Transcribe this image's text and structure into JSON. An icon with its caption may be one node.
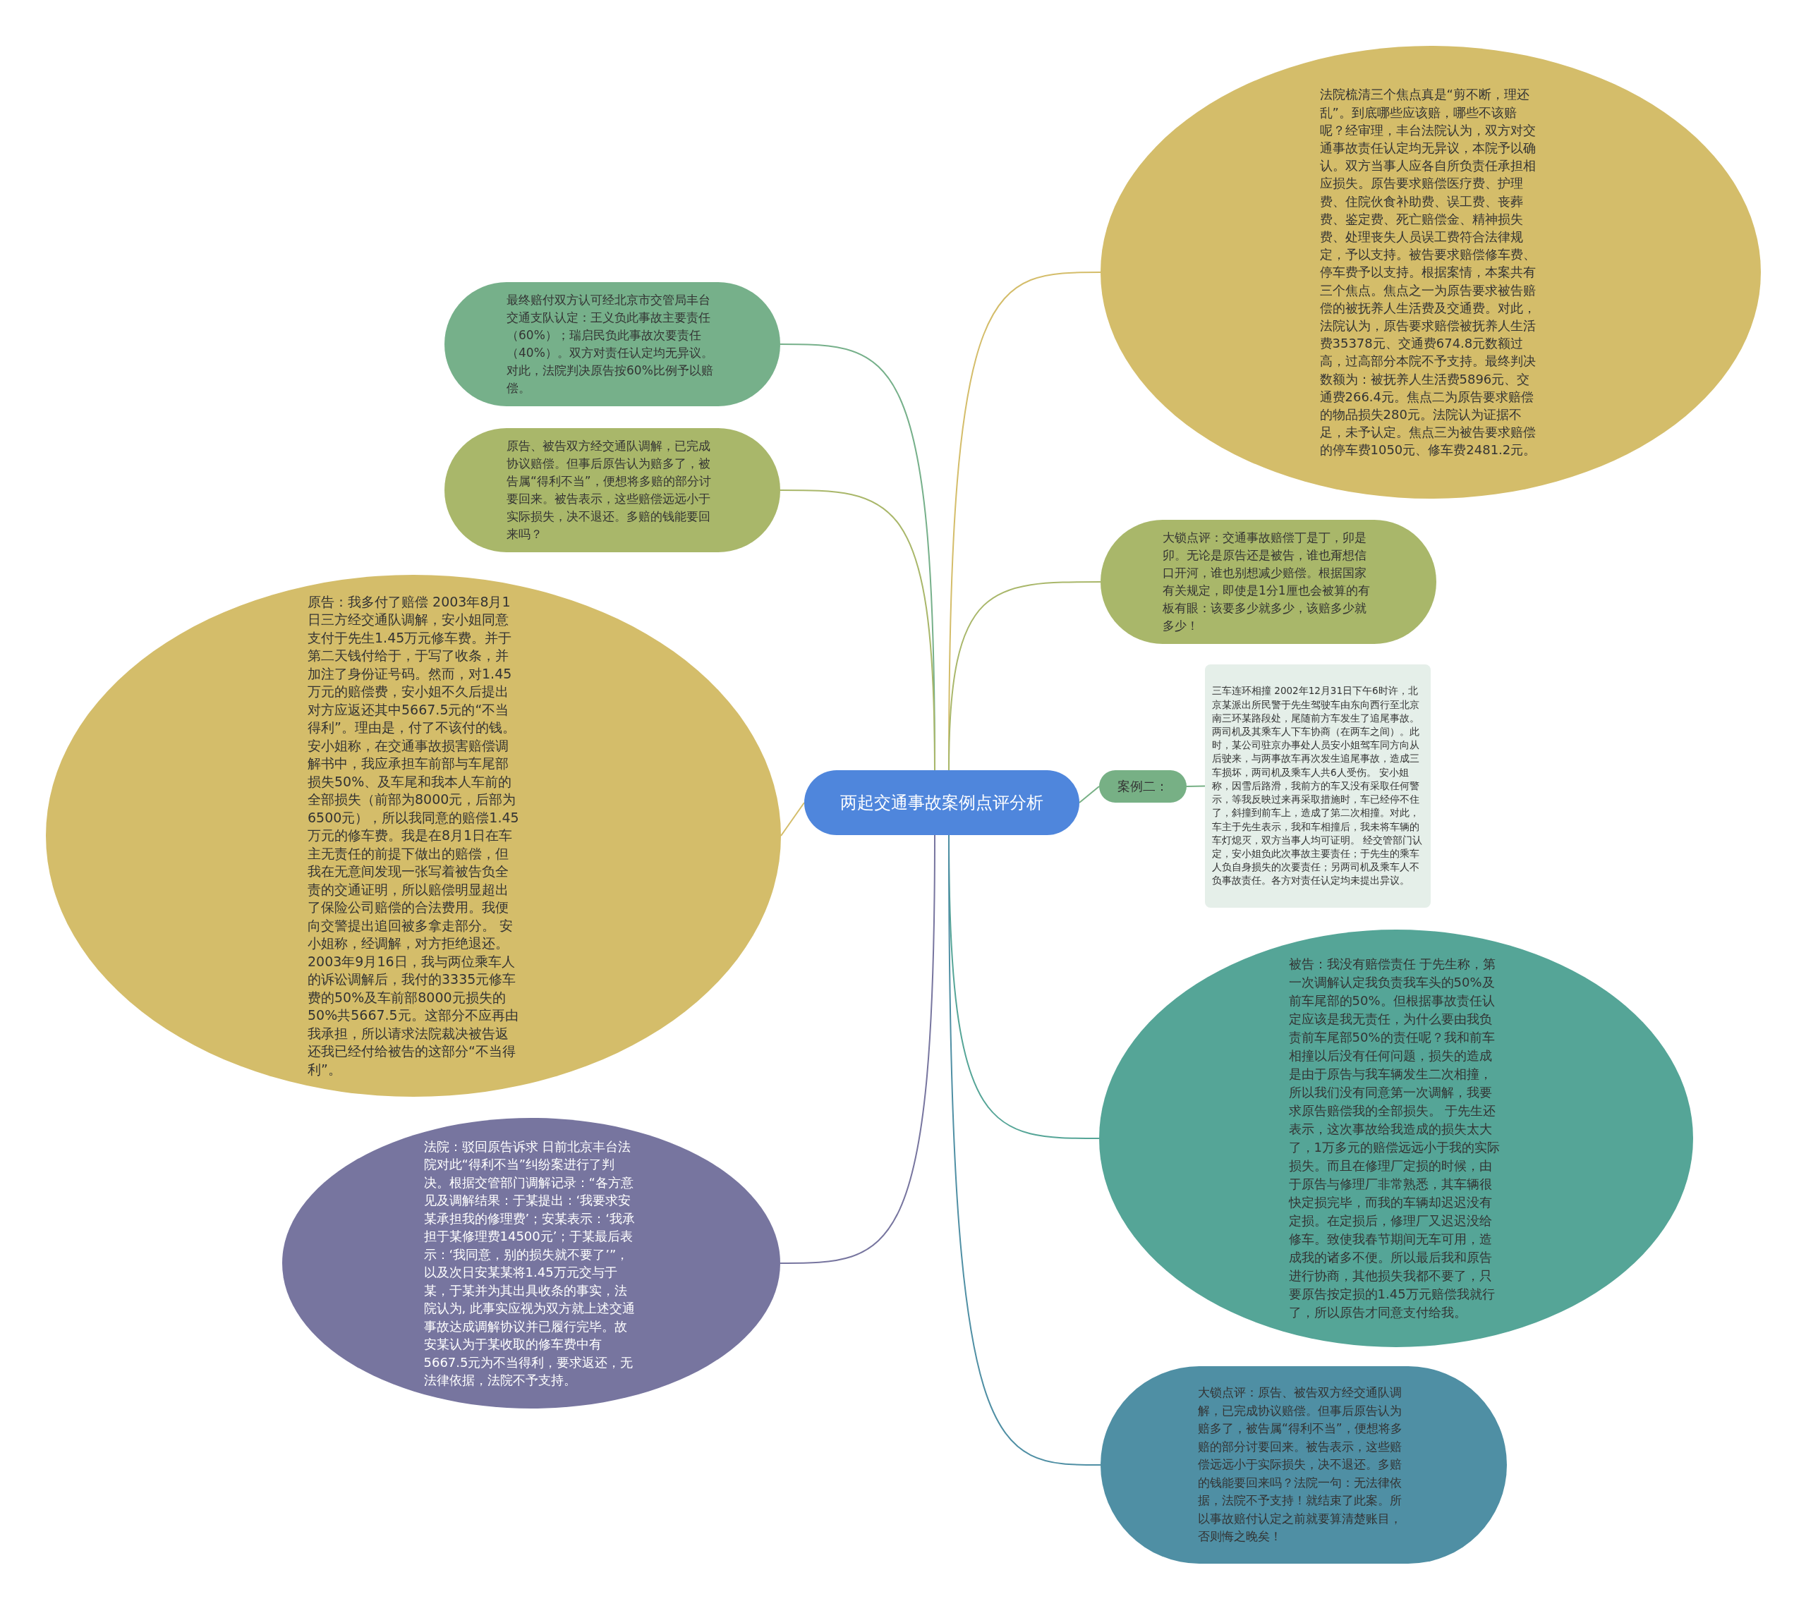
{
  "diagram": {
    "nodes": [
      {
        "text": [
          "两起交通事故案例点评分析"
        ]
      },
      {
        "text": [
          "最终赔付双方认可经北京市交管局丰台交通支队认定：王义负此事故主要责任（60%）；瑞启民负此事故次要责任（40%）。双方对责任认定均无异议。对此，法院判决原告按60%比例予以赔偿。"
        ]
      },
      {
        "text": [
          "原告、被告双方经交通队调解，已完成协议赔偿。但事后原告认为赔多了，被告属“得利不当”，便想将多赔的部分讨要回来。被告表示，这些赔偿远远小于实际损失，决不退还。多赔的钱能要回来吗？"
        ]
      },
      {
        "text": [
          "原告：我多付了赔偿 2003年8月1日三方经交通队调解，安小姐同意支付于先生1.45万元修车费。并于第二天钱付给于，于写了收条，并加注了身份证号码。然而，对1.45万元的赔偿费，安小姐不久后提出对方应返还其中5667.5元的“不当得利”。理由是，付了不该付的钱。安小姐称，在交通事故损害赔偿调解书中，我应承担车前部与车尾部损失50%、及车尾和我本人车前的全部损失（前部为8000元，后部为6500元），所以我同意的赔偿1.45万元的修车费。我是在8月1日在车主无责任的前提下做出的赔偿，但我在无意间发现一张写着被告负全责的交通证明，所以赔偿明显超出了保险公司赔偿的合法费用。我便向交警提出追回被多拿走部分。 安小姐称，经调解，对方拒绝退还。2003年9月16日，我与两位乘车人的诉讼调解后，我付的3335元修车费的50%及车前部8000元损失的50%共5667.5元。这部分不应再由我承担，所以请求法院裁决被告返还我已经付给被告的这部分“不当得利”。"
        ]
      },
      {
        "text": [
          "法院：驳回原告诉求 日前北京丰台法院对此“得利不当”纠纷案进行了判决。根据交管部门调解记录：“各方意见及调解结果：于某提出：‘我要求安某承担我的修理费’；安某表示：‘我承担于某修理费14500元’；于某最后表示：‘我同意，别的损失就不要了’”，以及次日安某某将1.45万元交与于某，于某并为其出具收条的事实，法院认为, 此事实应视为双方就上述交通事故达成调解协议并已履行完毕。故安某认为于某收取的修车费中有5667.5元为不当得利，要求返还，无法律依据，法院不予支持。"
        ]
      },
      {
        "text": [
          "法院梳清三个焦点真是“剪不断，理还乱”。到底哪些应该赔，哪些不该赔呢？经审理，丰台法院认为，双方对交通事故责任认定均无异议，本院予以确认。双方当事人应各自所负责任承担相应损失。原告要求赔偿医疗费、护理费、住院伙食补助费、误工费、丧葬费、鉴定费、死亡赔偿金、精神损失费、处理丧失人员误工费符合法律规定，予以支持。被告要求赔偿修车费、停车费予以支持。根据案情，本案共有三个焦点。焦点之一为原告要求被告赔偿的被抚养人生活费及交通费。对此，法院认为，原告要求赔偿被抚养人生活费35378元、交通费674.8元数额过高，过高部分本院不予支持。最终判决数额为：被抚养人生活费5896元、交通费266.4元。焦点二为原告要求赔偿的物品损失280元。法院认为证据不足，未予认定。焦点三为被告要求赔偿的停车费1050元、修车费2481.2元。"
        ]
      },
      {
        "text": [
          "大锁点评：交通事故赔偿丁是丁，卯是卯。无论是原告还是被告，谁也甭想信口开河，谁也别想减少赔偿。根据国家有关规定，即使是1分1厘也会被算的有板有眼：该要多少就多少，该赔多少就多少！"
        ]
      },
      {
        "text": [
          "案例二："
        ]
      },
      {
        "text": [
          "三车连环相撞 2002年12月31日下午6时许，北京某派出所民警于先生驾驶车由东向西行至北京南三环某路段处，尾随前方车发生了追尾事故。两司机及其乘车人下车协商（在两车之间）。此时，某公司驻京办事处人员安小姐驾车同方向从后驶来，与两事故车再次发生追尾事故，造成三车损坏，两司机及乘车人共6人受伤。 安小姐称，因雪后路滑，我前方的车又没有采取任何警示，等我反映过来再采取措施时，车已经停不住了，斜撞到前车上，造成了第二次相撞。对此，车主于先生表示，我和车相撞后，我未将车辆的车灯熄灭，双方当事人均可证明。 经交管部门认定，安小姐负此次事故主要责任；于先生的乘车人负自身损失的次要责任；另两司机及乘车人不负事故责任。各方对责任认定均未提出异议。"
        ]
      },
      {
        "text": [
          "被告：我没有赔偿责任 于先生称，第一次调解认定我负责我车头的50%及前车尾部的50%。但根据事故责任认定应该是我无责任，为什么要由我负责前车尾部50%的责任呢？我和前车相撞以后没有任何问题，损失的造成是由于原告与我车辆发生二次相撞，所以我们没有同意第一次调解，我要求原告赔偿我的全部损失。 于先生还表示，这次事故给我造成的损失太大了，1万多元的赔偿远远小于我的实际损失。而且在修理厂定损的时候，由于原告与修理厂非常熟悉，其车辆很快定损完毕，而我的车辆却迟迟没有定损。在定损后，修理厂又迟迟没给修车。致使我春节期间无车可用，造成我的诸多不便。所以最后我和原告进行协商，其他损失我都不要了，只要原告按定损的1.45万元赔偿我就行了，所以原告才同意支付给我。"
        ]
      },
      {
        "text": [
          "大锁点评：原告、被告双方经交通队调解，已完成协议赔偿。但事后原告认为赔多了，被告属“得利不当”，便想将多赔的部分讨要回来。被告表示，这些赔偿远远小于实际损失，决不退还。多赔的钱能要回来吗？法院一句：无法律依据，法院不予支持！就结束了此案。所以事故赔付认定之前就要算清楚账目，否则悔之晚矣！"
        ]
      }
    ],
    "edges": [
      {
        "from": 0,
        "to": 1,
        "arrow": "none",
        "color": "#76b08a"
      },
      {
        "from": 0,
        "to": 2,
        "arrow": "none",
        "color": "#a9b76a"
      },
      {
        "from": 0,
        "to": 3,
        "arrow": "none",
        "color": "#d4bd6a"
      },
      {
        "from": 0,
        "to": 4,
        "arrow": "none",
        "color": "#77759f"
      },
      {
        "from": 0,
        "to": 5,
        "arrow": "none",
        "color": "#d4bd6a"
      },
      {
        "from": 0,
        "to": 6,
        "arrow": "none",
        "color": "#a9b76a"
      },
      {
        "from": 0,
        "to": 7,
        "arrow": "none",
        "color": "#77b085"
      },
      {
        "from": 7,
        "to": 8,
        "arrow": "none",
        "color": "#77b085"
      },
      {
        "from": 0,
        "to": 9,
        "arrow": "none",
        "color": "#55a597"
      },
      {
        "from": 0,
        "to": 10,
        "arrow": "none",
        "color": "#4f8fa4"
      }
    ]
  }
}
